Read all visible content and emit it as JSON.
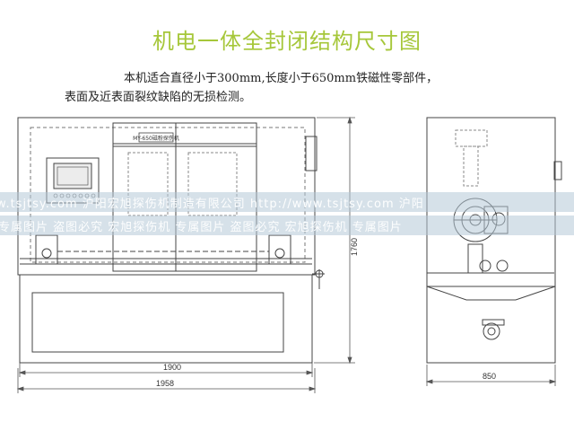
{
  "title": "机电一体全封闭结构尺寸图",
  "description": {
    "line1": "本机适合直径小于300mm,长度小于650mm铁磁性零部件，",
    "line2": "表面及近表面裂纹缺陷的无损检测。"
  },
  "front_view": {
    "panel_label": "MY-650磁粉探伤机",
    "dim_width_inner": "1900",
    "dim_width_outer": "1958",
    "dim_height": "1760"
  },
  "side_view": {
    "dim_width": "850"
  },
  "watermark": {
    "line1": "w.tsjtsy.com 沪阳宏旭探伤机制造有限公司  http://www.tsjtsy.com 沪阳",
    "line2": "专属图片 盗图必究  宏旭探伤机 专属图片 盗图必究  宏旭探伤机 专属图片"
  },
  "colors": {
    "title": "#a6c73a",
    "line": "#444444",
    "watermark_band": "#b4c8d7"
  }
}
